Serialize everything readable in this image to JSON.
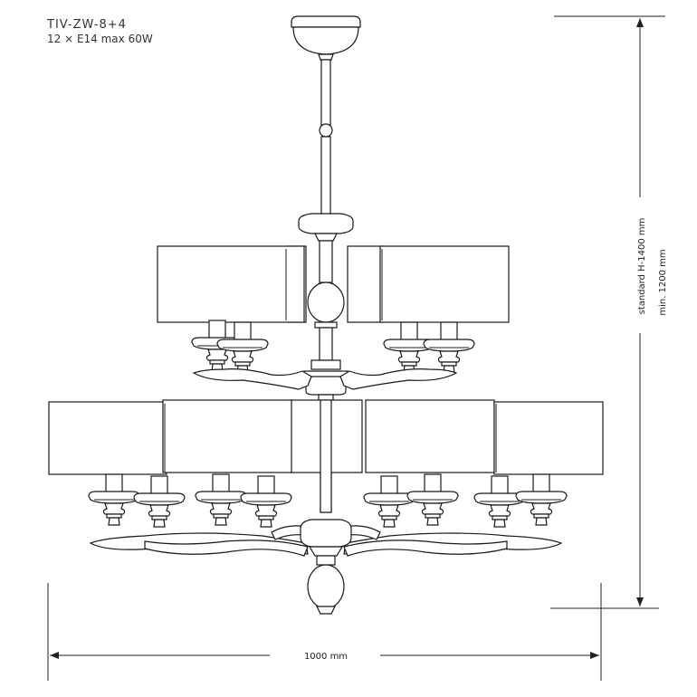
{
  "header": {
    "model": "TIV-ZW-8+4",
    "spec": "12 × E14 max 60W"
  },
  "dimensions": {
    "width": "1000 mm",
    "height_standard": "standard H-1400 mm",
    "height_min": "min. 1200 mm"
  }
}
